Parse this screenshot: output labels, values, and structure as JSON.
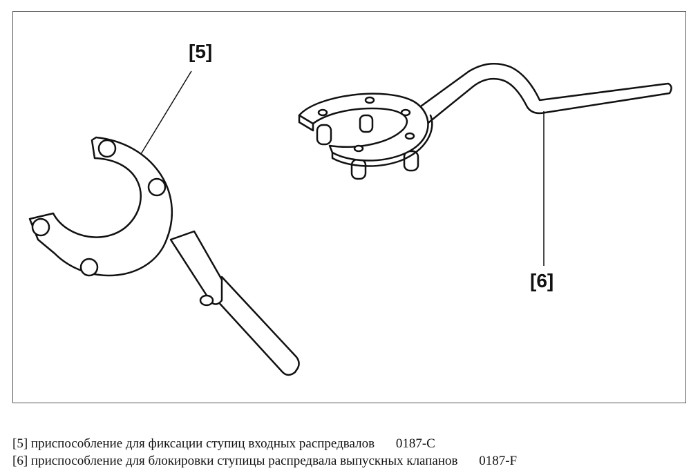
{
  "figure": {
    "callouts": [
      {
        "id": "5",
        "label": "[5]"
      },
      {
        "id": "6",
        "label": "[6]"
      }
    ],
    "tools": [
      {
        "id": "5",
        "icon": "camshaft-hub-holding-tool-icon"
      },
      {
        "id": "6",
        "icon": "camshaft-hub-locking-tool-icon"
      }
    ]
  },
  "legend": [
    {
      "number": "[5]",
      "description": "приспособление для фиксации ступиц входных распредвалов",
      "code": "0187-C"
    },
    {
      "number": "[6]",
      "description": "приспособление для блокировки ступицы распредвала выпускных клапанов",
      "code": "0187-F"
    }
  ],
  "colors": {
    "line": "#111111",
    "border": "#555555",
    "background": "#ffffff"
  }
}
